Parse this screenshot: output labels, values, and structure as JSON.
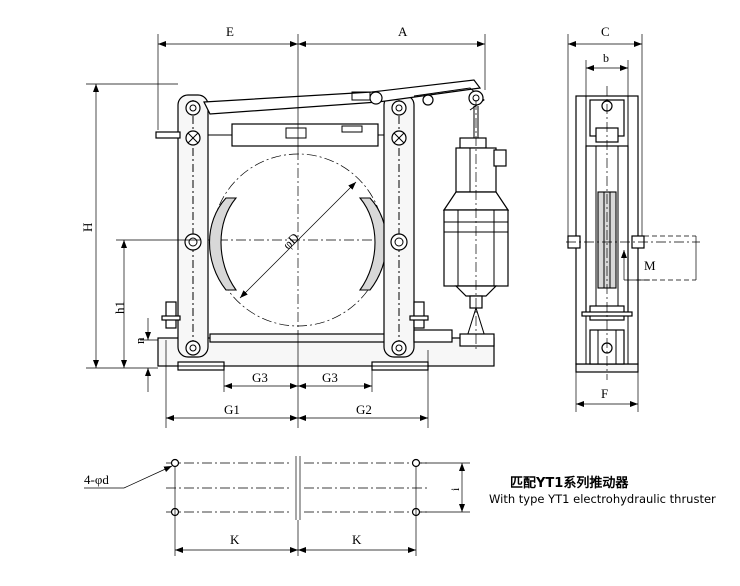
{
  "labels": {
    "E": "E",
    "A": "A",
    "C": "C",
    "b": "b",
    "H": "H",
    "h1": "h1",
    "n": "n",
    "G3_left": "G3",
    "G3_right": "G3",
    "G1": "G1",
    "G2": "G2",
    "phiD": "φD",
    "M": "M",
    "F": "F",
    "holes": "4-φd",
    "i": "i",
    "K_left": "K",
    "K_right": "K"
  },
  "caption": {
    "chinese": "匹配YT1系列推动器",
    "english": "With type YT1 electrohydraulic thruster"
  }
}
